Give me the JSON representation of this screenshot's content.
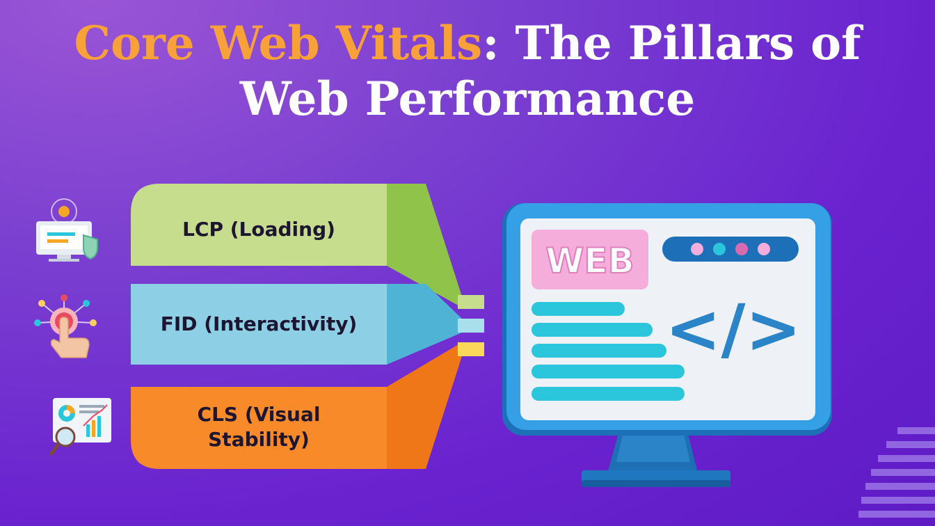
{
  "title": {
    "accent": "Core Web Vitals",
    "rest": ": The Pillars of",
    "line2": "Web Performance"
  },
  "pillars": [
    {
      "label": "LCP (Loading)",
      "color_front": "#c6dd8e",
      "color_side": "#8fc34a",
      "icon": "monitor-shield-icon"
    },
    {
      "label": "FID (Interactivity)",
      "color_front": "#8dd0e6",
      "color_side": "#4fb3d6",
      "icon": "touch-target-icon"
    },
    {
      "label": "CLS (Visual Stability)",
      "label_line1": "CLS (Visual",
      "label_line2": "Stability)",
      "color_front": "#f98a2a",
      "color_side": "#f07718",
      "icon": "analytics-report-icon"
    }
  ],
  "monitor": {
    "badge": "WEB",
    "code_symbol": "</>",
    "icon": "web-monitor-icon"
  },
  "colors": {
    "accent": "#f7a138",
    "background": "#6a22cf",
    "monitor_frame": "#2f8fd6",
    "cyan": "#2cc6dc"
  }
}
